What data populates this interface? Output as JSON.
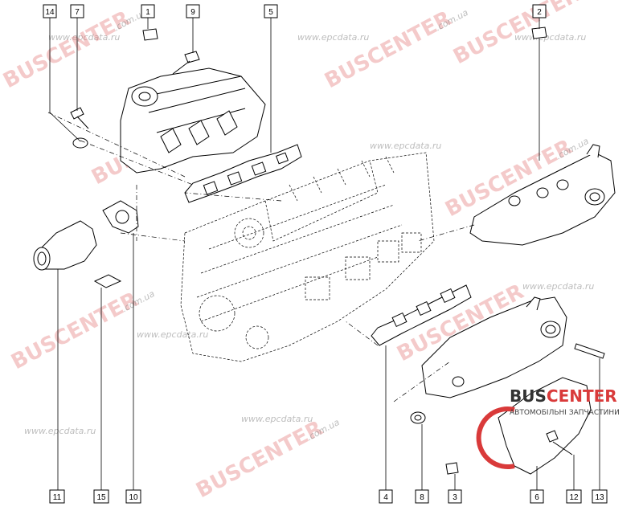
{
  "callouts": [
    {
      "num": "14"
    },
    {
      "num": "7"
    },
    {
      "num": "1"
    },
    {
      "num": "9"
    },
    {
      "num": "5"
    },
    {
      "num": "2"
    },
    {
      "num": "11"
    },
    {
      "num": "15"
    },
    {
      "num": "10"
    },
    {
      "num": "4"
    },
    {
      "num": "8"
    },
    {
      "num": "3"
    },
    {
      "num": "6"
    },
    {
      "num": "12"
    },
    {
      "num": "13"
    }
  ],
  "watermarks": {
    "brand": "BUSCENTER",
    "domain": ".com.ua",
    "site": "www.epcdata.ru"
  },
  "logo": {
    "name_part1": "BUS",
    "name_part2": "CENTER",
    "tagline": "АВТОМОБІЛЬНІ ЗАПЧАСТИНИ",
    "accent_color": "#d93a3a"
  }
}
